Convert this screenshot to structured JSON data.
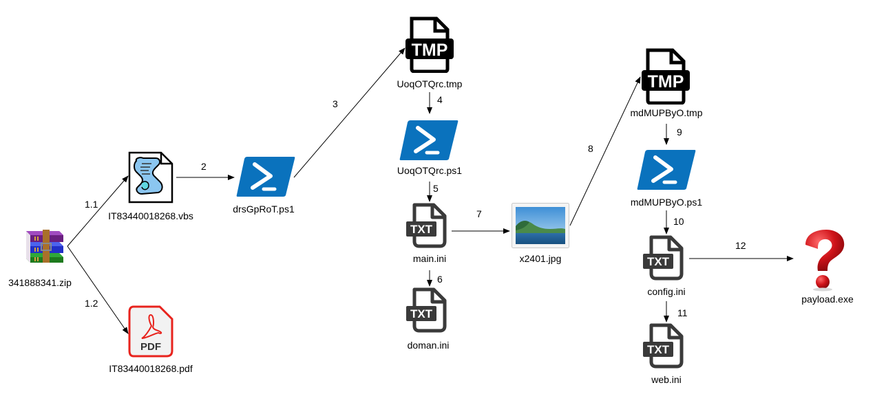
{
  "diagram": {
    "nodes": [
      {
        "id": "zip",
        "label": "341888341.zip",
        "icon": "archive-icon"
      },
      {
        "id": "vbs",
        "label": "IT83440018268.vbs",
        "icon": "script-icon"
      },
      {
        "id": "pdf",
        "label": "IT83440018268.pdf",
        "icon": "pdf-icon",
        "icon_text": "PDF"
      },
      {
        "id": "ps1a",
        "label": "drsGpRoT.ps1",
        "icon": "powershell-icon"
      },
      {
        "id": "tmp1",
        "label": "UoqOTQrc.tmp",
        "icon": "tmp-file-icon",
        "icon_text": "TMP"
      },
      {
        "id": "ps1b",
        "label": "UoqOTQrc.ps1",
        "icon": "powershell-icon"
      },
      {
        "id": "main",
        "label": "main.ini",
        "icon": "txt-file-icon",
        "icon_text": "TXT"
      },
      {
        "id": "doman",
        "label": "doman.ini",
        "icon": "txt-file-icon",
        "icon_text": "TXT"
      },
      {
        "id": "jpg",
        "label": "x2401.jpg",
        "icon": "image-icon"
      },
      {
        "id": "tmp2",
        "label": "mdMUPByO.tmp",
        "icon": "tmp-file-icon",
        "icon_text": "TMP"
      },
      {
        "id": "ps1c",
        "label": "mdMUPByO.ps1",
        "icon": "powershell-icon"
      },
      {
        "id": "config",
        "label": "config.ini",
        "icon": "txt-file-icon",
        "icon_text": "TXT"
      },
      {
        "id": "web",
        "label": "web.ini",
        "icon": "txt-file-icon",
        "icon_text": "TXT"
      },
      {
        "id": "payload",
        "label": "payload.exe",
        "icon": "question-mark-icon"
      }
    ],
    "edges": [
      {
        "from": "zip",
        "to": "vbs",
        "label": "1.1"
      },
      {
        "from": "zip",
        "to": "pdf",
        "label": "1.2"
      },
      {
        "from": "vbs",
        "to": "ps1a",
        "label": "2"
      },
      {
        "from": "ps1a",
        "to": "tmp1",
        "label": "3"
      },
      {
        "from": "tmp1",
        "to": "ps1b",
        "label": "4"
      },
      {
        "from": "ps1b",
        "to": "main",
        "label": "5"
      },
      {
        "from": "main",
        "to": "doman",
        "label": "6"
      },
      {
        "from": "main",
        "to": "jpg",
        "label": "7"
      },
      {
        "from": "jpg",
        "to": "tmp2",
        "label": "8"
      },
      {
        "from": "tmp2",
        "to": "ps1c",
        "label": "9"
      },
      {
        "from": "ps1c",
        "to": "config",
        "label": "10"
      },
      {
        "from": "config",
        "to": "web",
        "label": "11"
      },
      {
        "from": "config",
        "to": "payload",
        "label": "12"
      }
    ],
    "colors": {
      "powershell_blue": "#0a72bd",
      "pdf_red": "#e8231d",
      "tmp_black": "#000000",
      "txt_gray": "#3a3a3a",
      "question_red": "#d0141a",
      "script_cyan": "#5ed6e0",
      "edge_black": "#000000"
    }
  }
}
